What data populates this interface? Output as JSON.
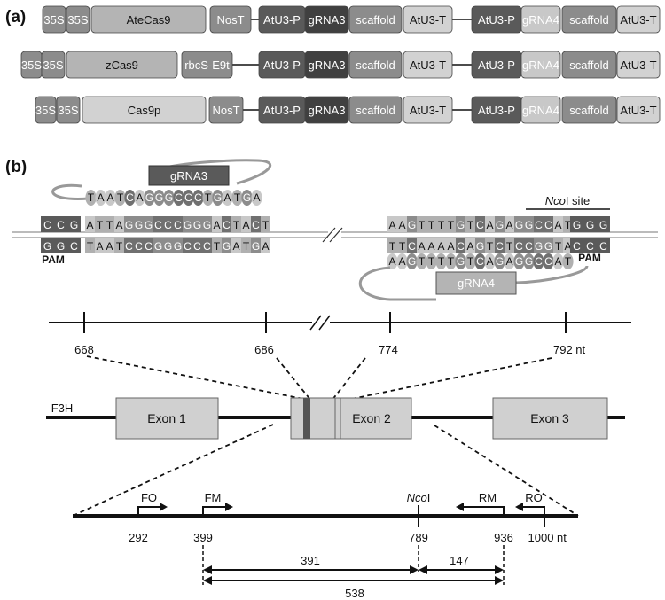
{
  "panel_a": {
    "label": "(a)",
    "constructs": [
      {
        "parts": [
          {
            "text": "35S",
            "fill": "#8c8c8c",
            "color": "#ffffff"
          },
          {
            "text": "35S",
            "fill": "#8c8c8c",
            "color": "#ffffff"
          },
          {
            "text": "AteCas9",
            "fill": "#b4b4b4",
            "color": "#111111"
          },
          {
            "text": "NosT",
            "fill": "#8c8c8c",
            "color": "#ffffff"
          },
          {
            "text": "AtU3-P",
            "fill": "#5a5a5a",
            "color": "#ffffff"
          },
          {
            "text": "gRNA3",
            "fill": "#404040",
            "color": "#ffffff"
          },
          {
            "text": "scaffold",
            "fill": "#8c8c8c",
            "color": "#ffffff"
          },
          {
            "text": "AtU3-T",
            "fill": "#d2d2d2",
            "color": "#111111"
          },
          {
            "text": "AtU3-P",
            "fill": "#5a5a5a",
            "color": "#ffffff"
          },
          {
            "text": "gRNA4",
            "fill": "#c8c8c8",
            "color": "#ffffff"
          },
          {
            "text": "scaffold",
            "fill": "#8c8c8c",
            "color": "#ffffff"
          },
          {
            "text": "AtU3-T",
            "fill": "#d2d2d2",
            "color": "#111111"
          }
        ]
      },
      {
        "parts": [
          {
            "text": "35S",
            "fill": "#8c8c8c",
            "color": "#ffffff"
          },
          {
            "text": "35S",
            "fill": "#8c8c8c",
            "color": "#ffffff"
          },
          {
            "text": "zCas9",
            "fill": "#b4b4b4",
            "color": "#111111"
          },
          {
            "text": "rbcS-E9t",
            "fill": "#8c8c8c",
            "color": "#ffffff"
          },
          {
            "text": "AtU3-P",
            "fill": "#5a5a5a",
            "color": "#ffffff"
          },
          {
            "text": "gRNA3",
            "fill": "#404040",
            "color": "#ffffff"
          },
          {
            "text": "scaffold",
            "fill": "#8c8c8c",
            "color": "#ffffff"
          },
          {
            "text": "AtU3-T",
            "fill": "#d2d2d2",
            "color": "#111111"
          },
          {
            "text": "AtU3-P",
            "fill": "#5a5a5a",
            "color": "#ffffff"
          },
          {
            "text": "gRNA4",
            "fill": "#c8c8c8",
            "color": "#ffffff"
          },
          {
            "text": "scaffold",
            "fill": "#8c8c8c",
            "color": "#ffffff"
          },
          {
            "text": "AtU3-T",
            "fill": "#d2d2d2",
            "color": "#111111"
          }
        ]
      },
      {
        "parts": [
          {
            "text": "35S",
            "fill": "#8c8c8c",
            "color": "#ffffff"
          },
          {
            "text": "35S",
            "fill": "#8c8c8c",
            "color": "#ffffff"
          },
          {
            "text": "Cas9p",
            "fill": "#d2d2d2",
            "color": "#111111"
          },
          {
            "text": "NosT",
            "fill": "#8c8c8c",
            "color": "#ffffff"
          },
          {
            "text": "AtU3-P",
            "fill": "#5a5a5a",
            "color": "#ffffff"
          },
          {
            "text": "gRNA3",
            "fill": "#404040",
            "color": "#ffffff"
          },
          {
            "text": "scaffold",
            "fill": "#8c8c8c",
            "color": "#ffffff"
          },
          {
            "text": "AtU3-T",
            "fill": "#d2d2d2",
            "color": "#111111"
          },
          {
            "text": "AtU3-P",
            "fill": "#5a5a5a",
            "color": "#ffffff"
          },
          {
            "text": "gRNA4",
            "fill": "#c8c8c8",
            "color": "#ffffff"
          },
          {
            "text": "scaffold",
            "fill": "#8c8c8c",
            "color": "#ffffff"
          },
          {
            "text": "AtU3-T",
            "fill": "#d2d2d2",
            "color": "#111111"
          }
        ]
      }
    ]
  },
  "panel_b": {
    "label": "(b)",
    "grna3_label": "gRNA3",
    "grna4_label": "gRNA4",
    "pam_label": "PAM",
    "ncoi_site_italic": "Nco",
    "ncoi_site_rest": "I site",
    "grna3_seq": "TAATCAGGGCCCTGATGA",
    "grna4_seq": "AAGTTTTGTCAGAGGCCAT",
    "left_top_pam": "CCG",
    "left_top_seq": "ATTAGGGCCCGGGACTACT",
    "left_bottom_pam": "GGC",
    "left_bottom_seq": "TAATCCCGGGCCCTGATGA",
    "right_top_seq": "AAGTTTTGTCAGAGGCCAT",
    "right_top_pam": "GGG",
    "right_bottom_seq": "TTCAAAACAGTCTCCGGTA",
    "right_bottom_pam": "CCC",
    "pos_labels": [
      "668",
      "686",
      "774",
      "792 nt"
    ],
    "gene_label": "F3H",
    "exons": [
      "Exon 1",
      "Exon 2",
      "Exon 3"
    ],
    "primers": [
      "FO",
      "FM",
      "RM",
      "RO"
    ],
    "ncoi_italic": "Nco",
    "ncoi_rest": "I",
    "bottom_positions": [
      "292",
      "399",
      "789",
      "936",
      "1000"
    ],
    "nt_unit": "nt",
    "fragments": [
      "391",
      "147",
      "538"
    ]
  }
}
